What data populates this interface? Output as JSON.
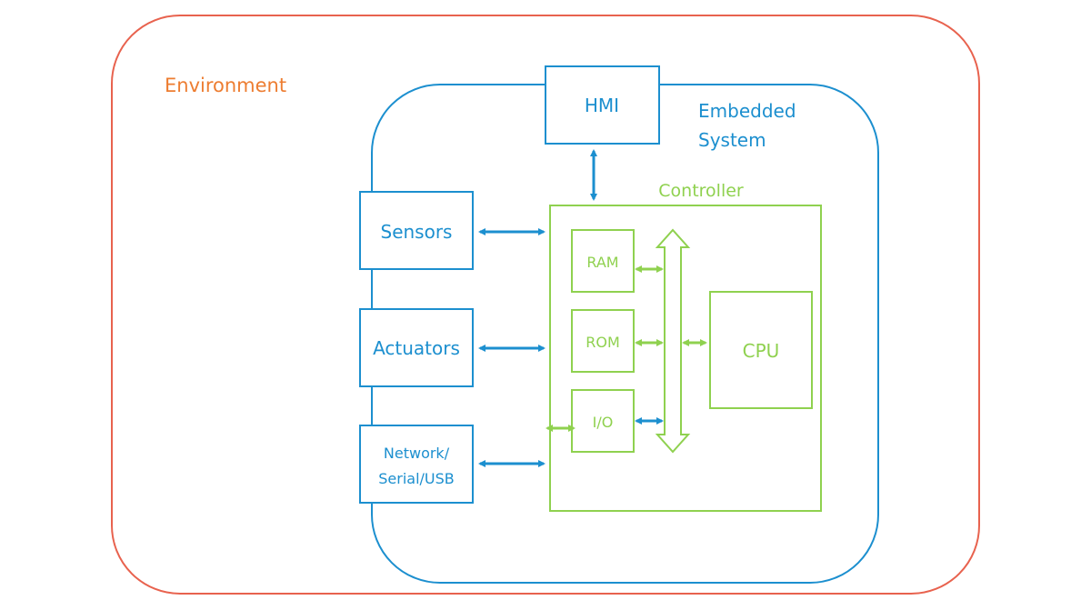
{
  "environment": {
    "label": "Environment",
    "color": "#ED7D31",
    "border_color": "#E8624E"
  },
  "embedded_system": {
    "label_line1": "Embedded",
    "label_line2": "System",
    "color": "#1C8FCF"
  },
  "hmi": {
    "label": "HMI"
  },
  "sensors": {
    "label": "Sensors"
  },
  "actuators": {
    "label": "Actuators"
  },
  "network": {
    "label_line1": "Network/",
    "label_line2": "Serial/USB"
  },
  "controller": {
    "label": "Controller",
    "color": "#8FD14F",
    "ram": {
      "label": "RAM"
    },
    "rom": {
      "label": "ROM"
    },
    "io": {
      "label": "I/O"
    },
    "cpu": {
      "label": "CPU"
    }
  }
}
